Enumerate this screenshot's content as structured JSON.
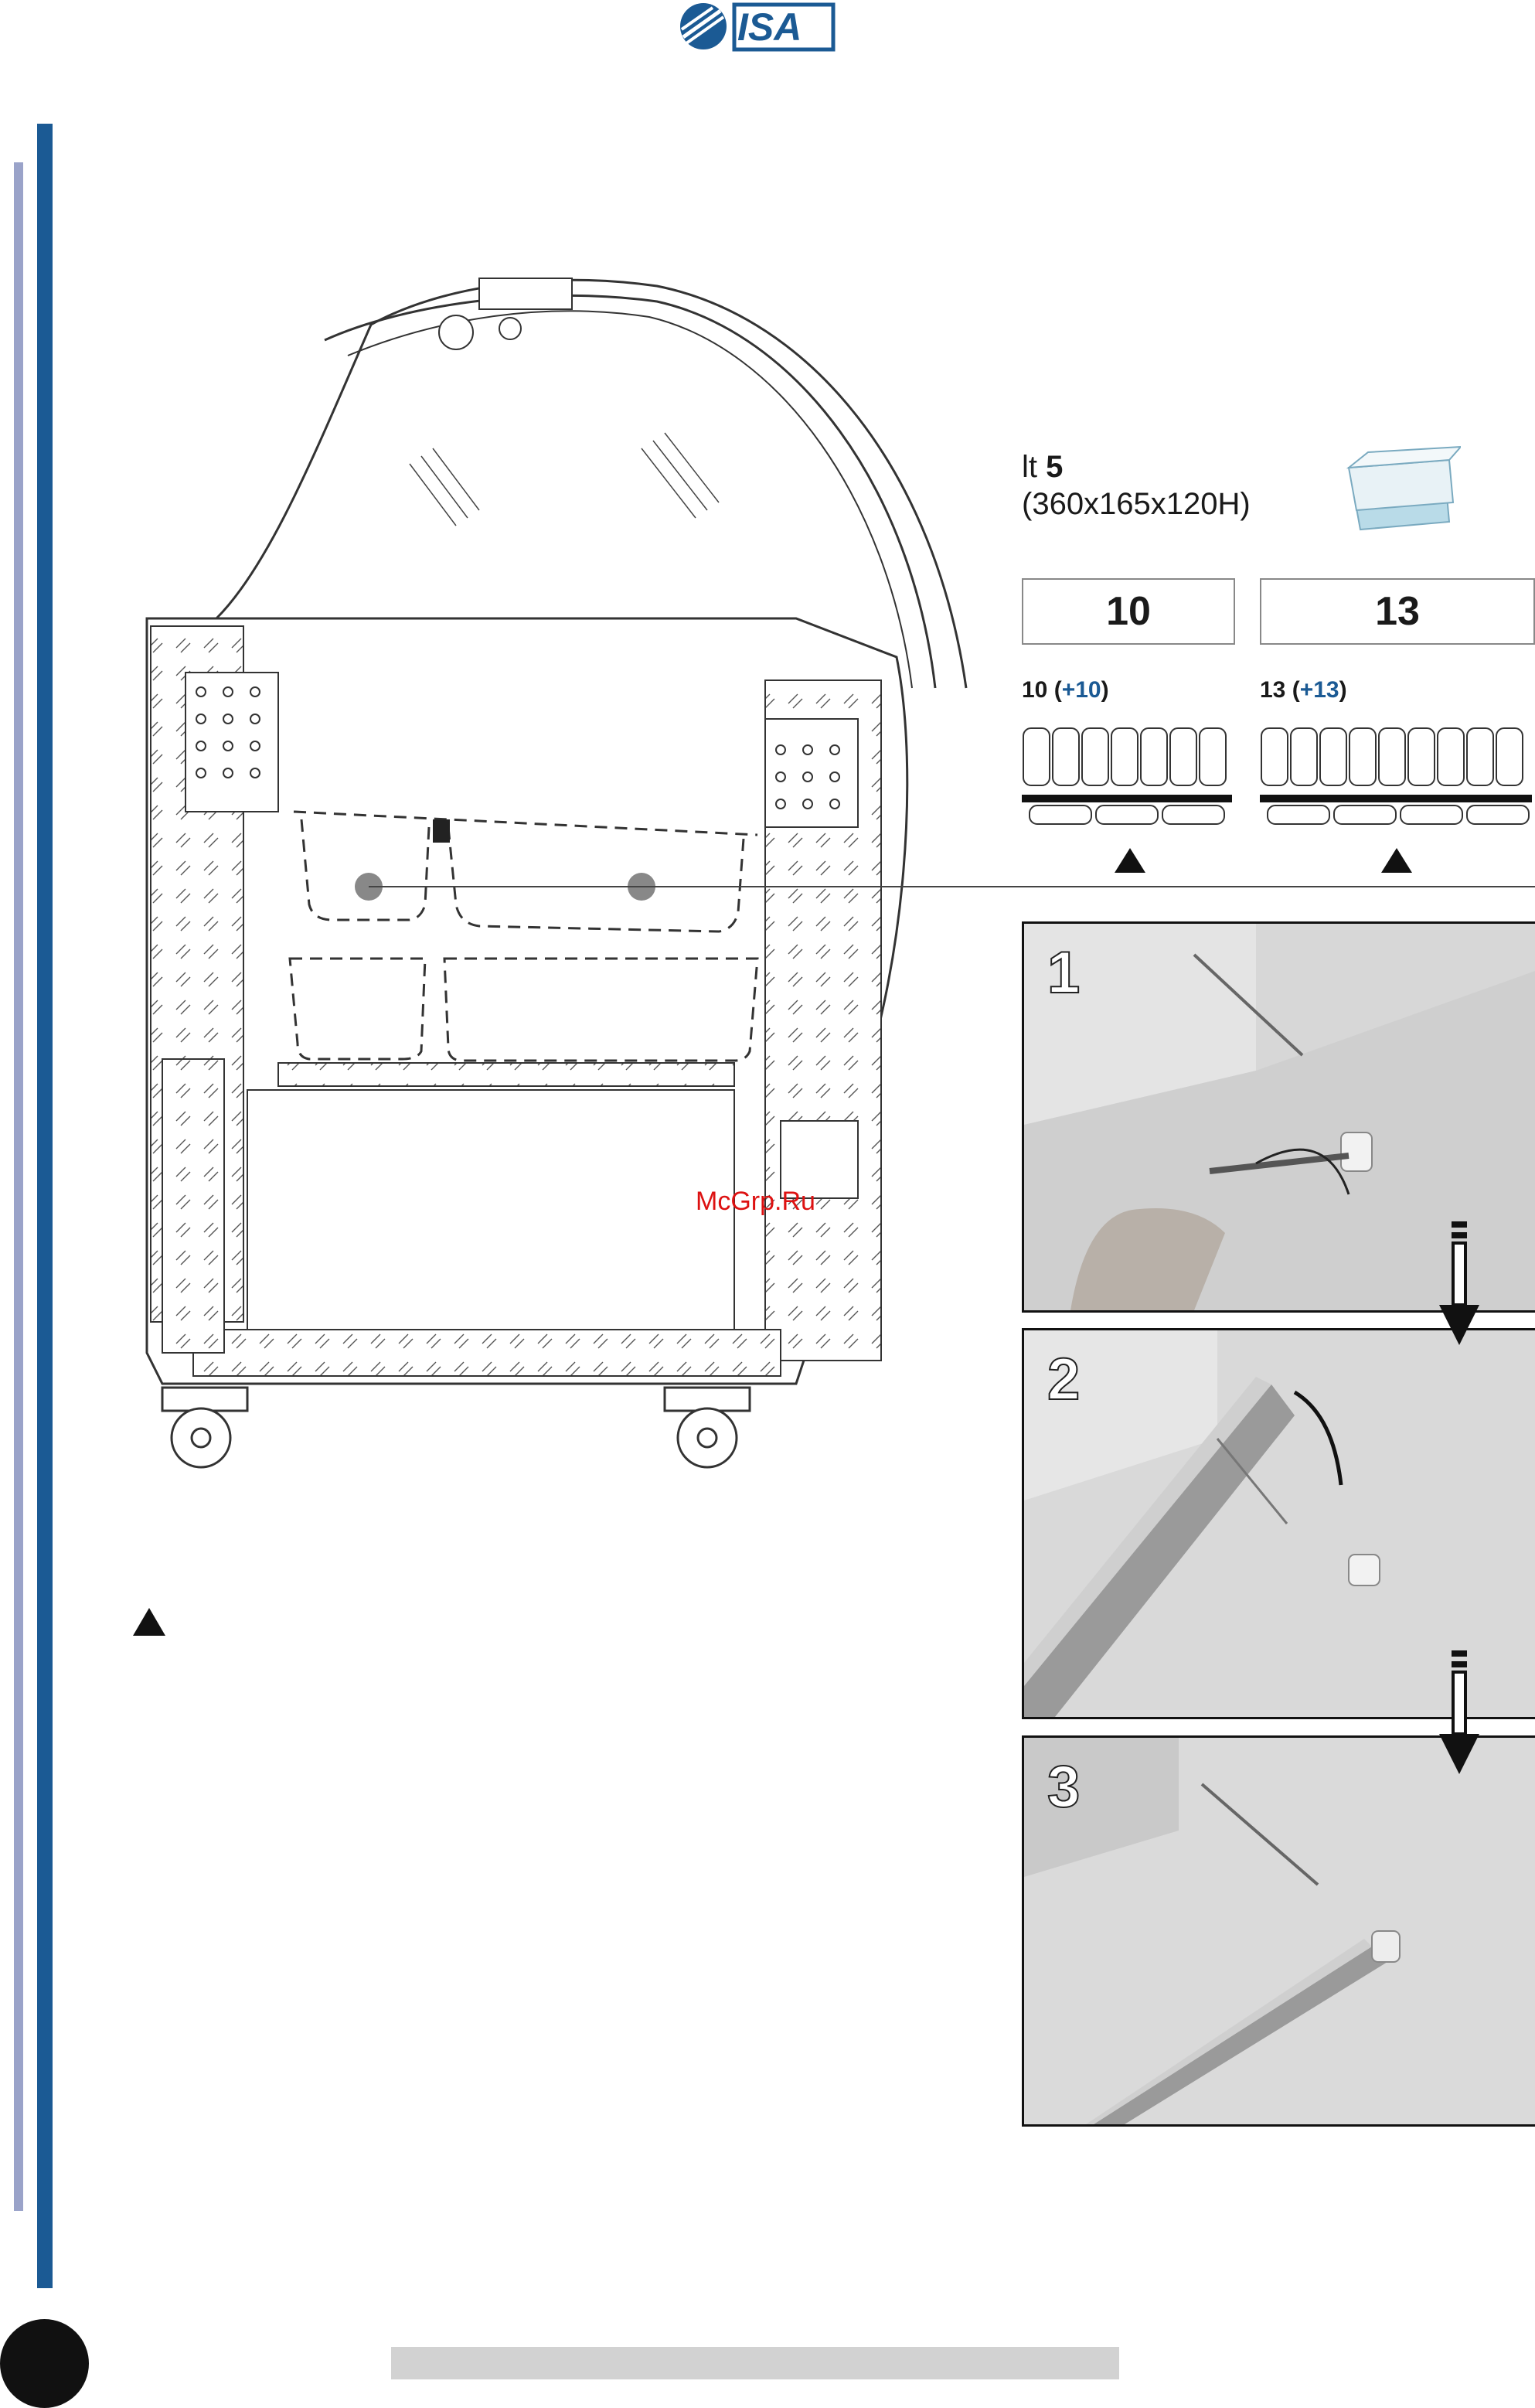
{
  "brand": {
    "logo_text": "ISA",
    "color": "#1b5a94"
  },
  "capacity": {
    "liters_label": "lt",
    "liters_value": "5",
    "pan_size": "(360x165x120H)",
    "left": {
      "count": "10",
      "formula_base": "10",
      "formula_extra": "+10"
    },
    "right": {
      "count": "13",
      "formula_base": "13",
      "formula_extra": "+13"
    }
  },
  "steps": [
    {
      "number": "1"
    },
    {
      "number": "2"
    },
    {
      "number": "3"
    }
  ],
  "watermark": "McGrp.Ru",
  "colors": {
    "accent": "#1b5a94",
    "side_bar": "#9aa3c9",
    "footer": "#d2d2d2"
  }
}
